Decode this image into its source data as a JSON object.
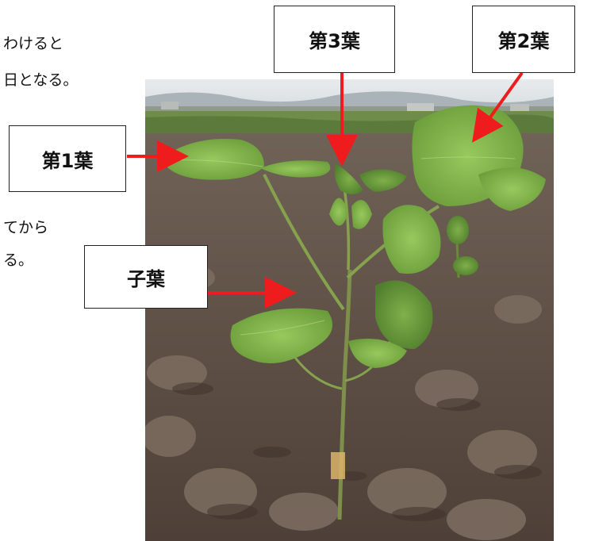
{
  "left_text": {
    "line1": "わけると",
    "line2": "日となる。",
    "line3": "てから",
    "line4": "る。"
  },
  "labels": {
    "leaf1": "第1葉",
    "leaf2": "第2葉",
    "leaf3": "第3葉",
    "cotyledon": "子葉"
  },
  "colors": {
    "arrow": "#ee1c1c",
    "soil": "#6b5a4e",
    "leaf": "#7fb14a",
    "sky": "#d9dde0"
  }
}
